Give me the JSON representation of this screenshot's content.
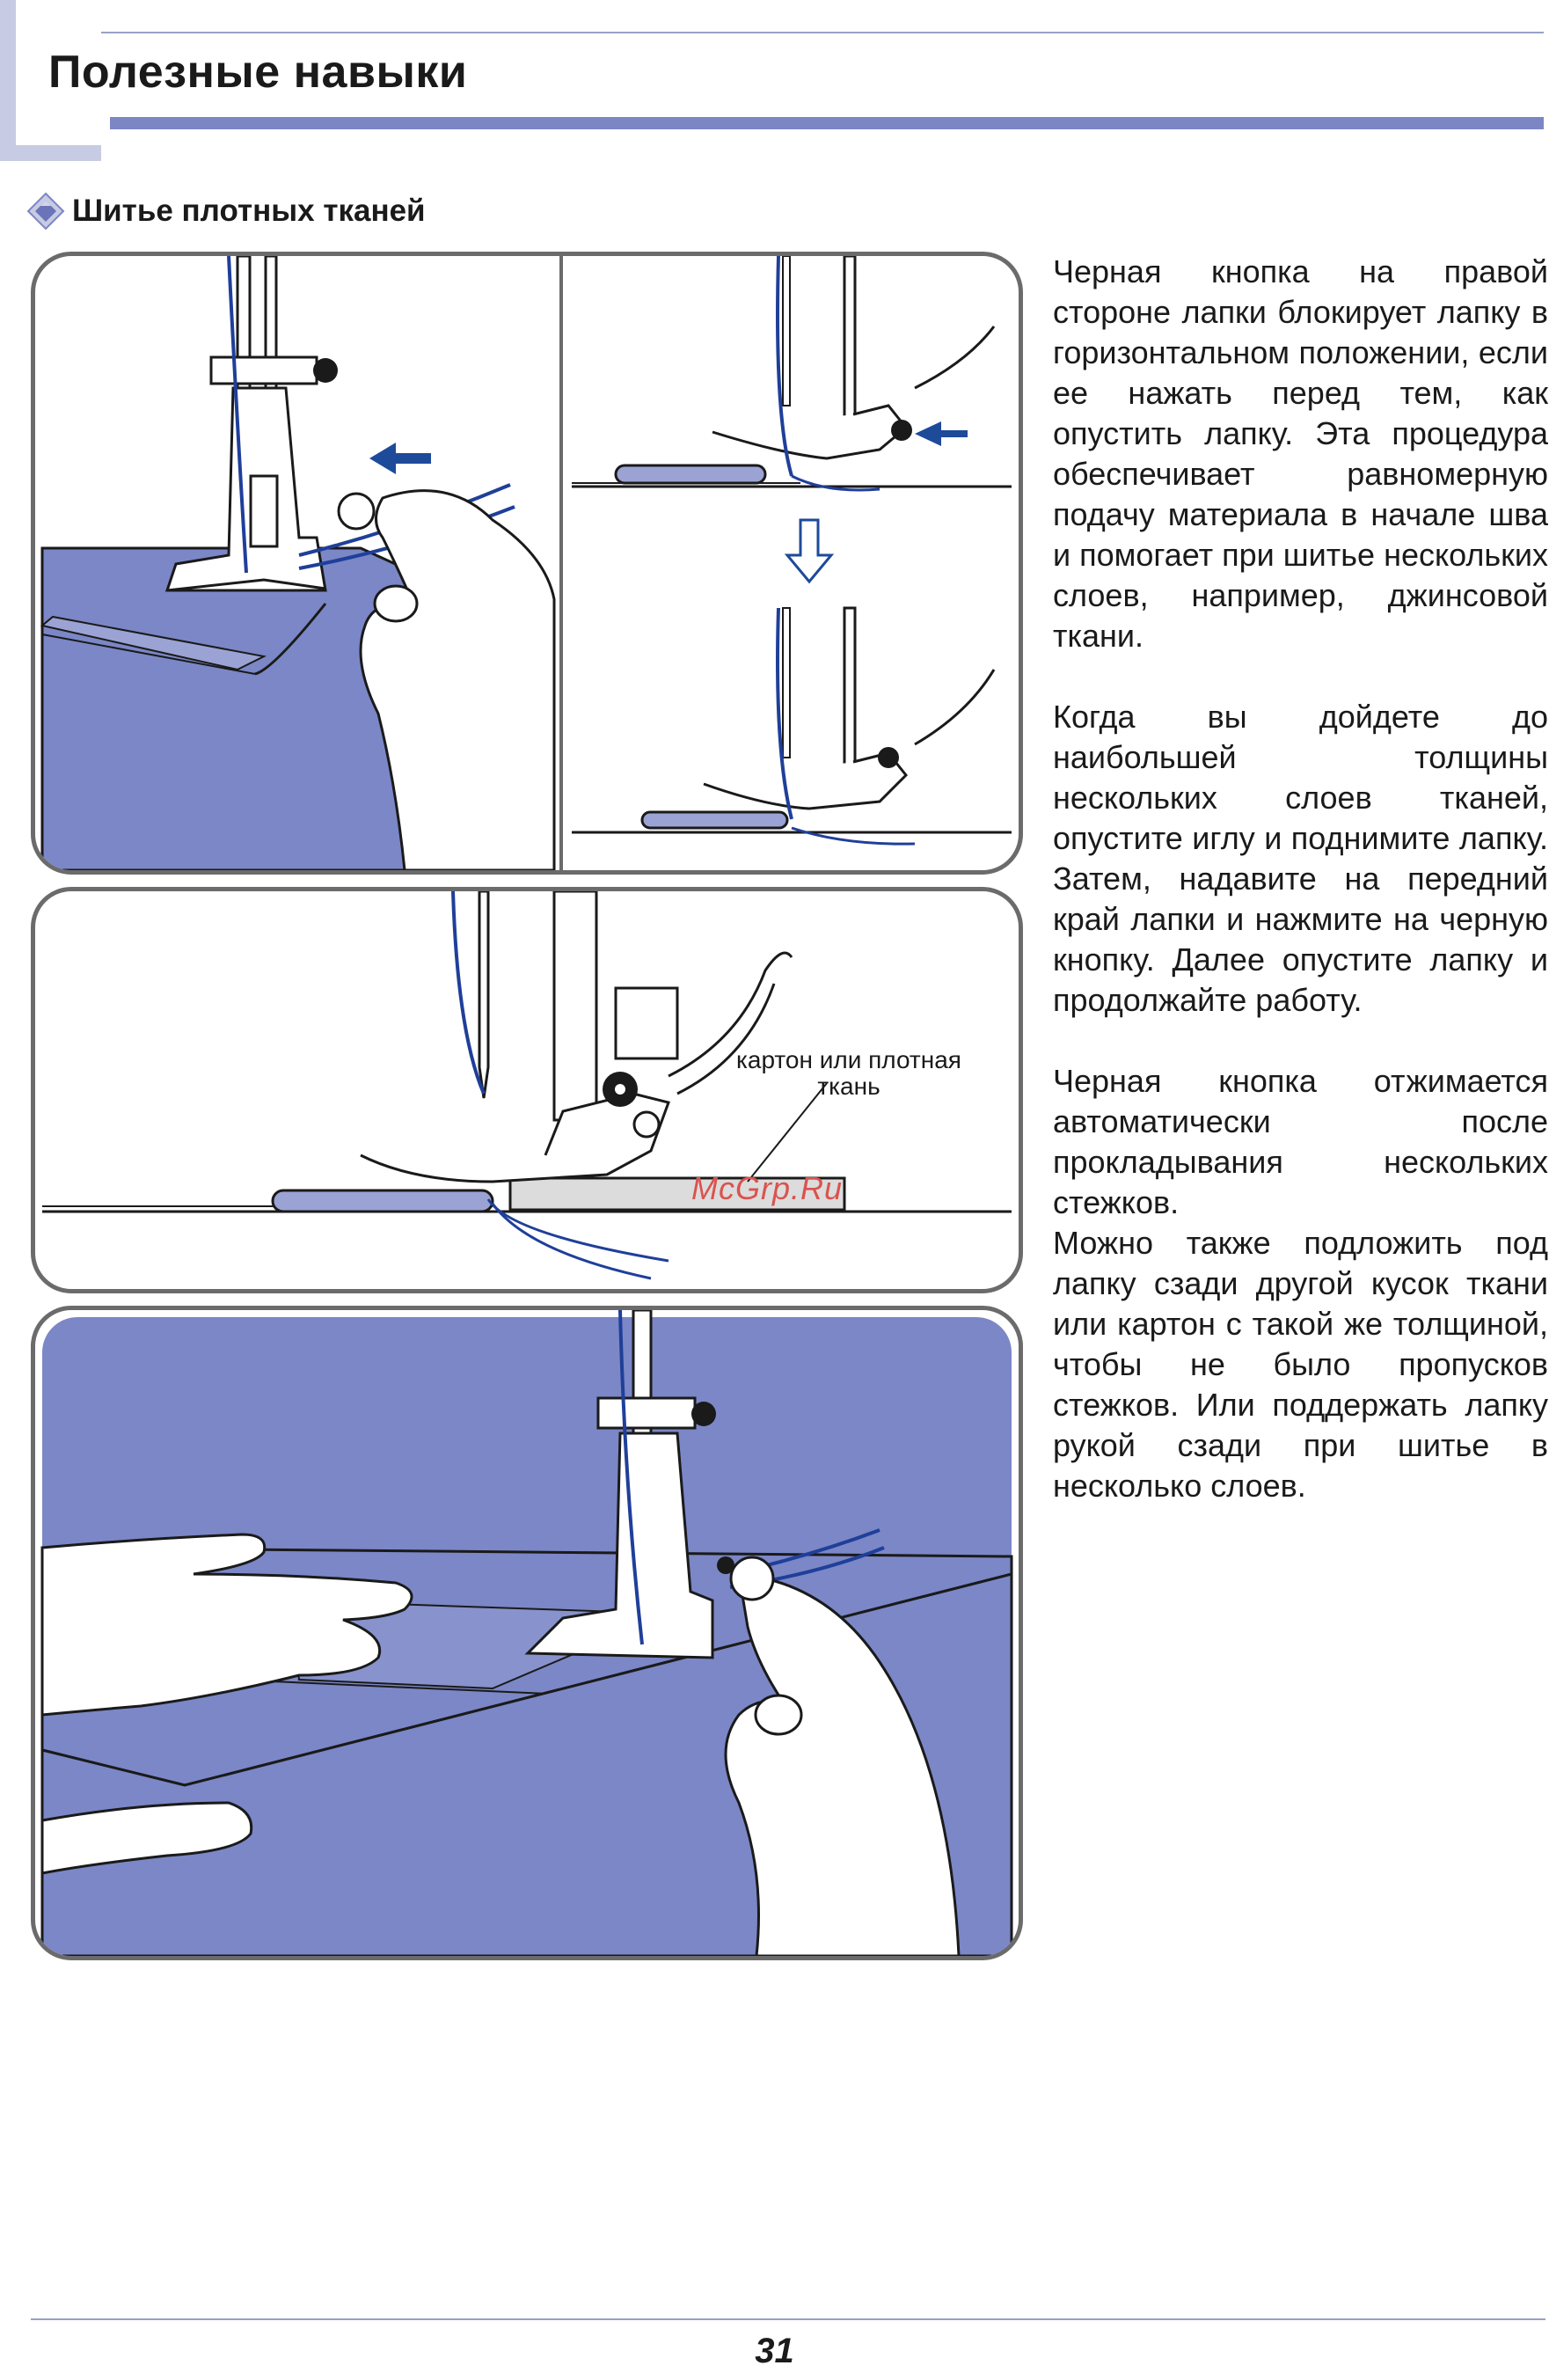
{
  "header": {
    "title": "Полезные навыки"
  },
  "section": {
    "title": "Шитье плотных тканей",
    "icon": "diamond-bullet-icon"
  },
  "figures": {
    "callout_label": "картон или плотная ткань",
    "watermark": "McGrp.Ru"
  },
  "body": {
    "paragraphs": [
      "Черная кнопка на правой стороне лапки блокирует лапку в горизонтальном положении, если ее нажать перед тем, как опустить лапку. Эта процедура обеспечивает равномерную подачу материала в начале шва и помогает при шитье нескольких слоев, например, джинсовой ткани.",
      "Когда вы дойдете до наибольшей толщины нескольких слоев тканей, опустите иглу и поднимите лапку. Затем, надавите на передний край лапки и нажмите на черную кнопку. Далее опустите лапку и продолжайте работу.",
      "Черная кнопка отжимается автоматически после прокладывания нескольких стежков.",
      "Можно также подложить под лапку сзади другой кусок ткани или картон с такой же толщиной, чтобы не было пропусков стежков. Или поддержать лапку рукой сзади при шитье в несколько слоев."
    ]
  },
  "footer": {
    "page_number": "31"
  },
  "colors": {
    "fabric": "#7b87c6",
    "thread": "#1f3f99",
    "arrow": "#1e4a9a",
    "header_bar": "#7d86c4",
    "panel_border": "#6b6b6b"
  }
}
